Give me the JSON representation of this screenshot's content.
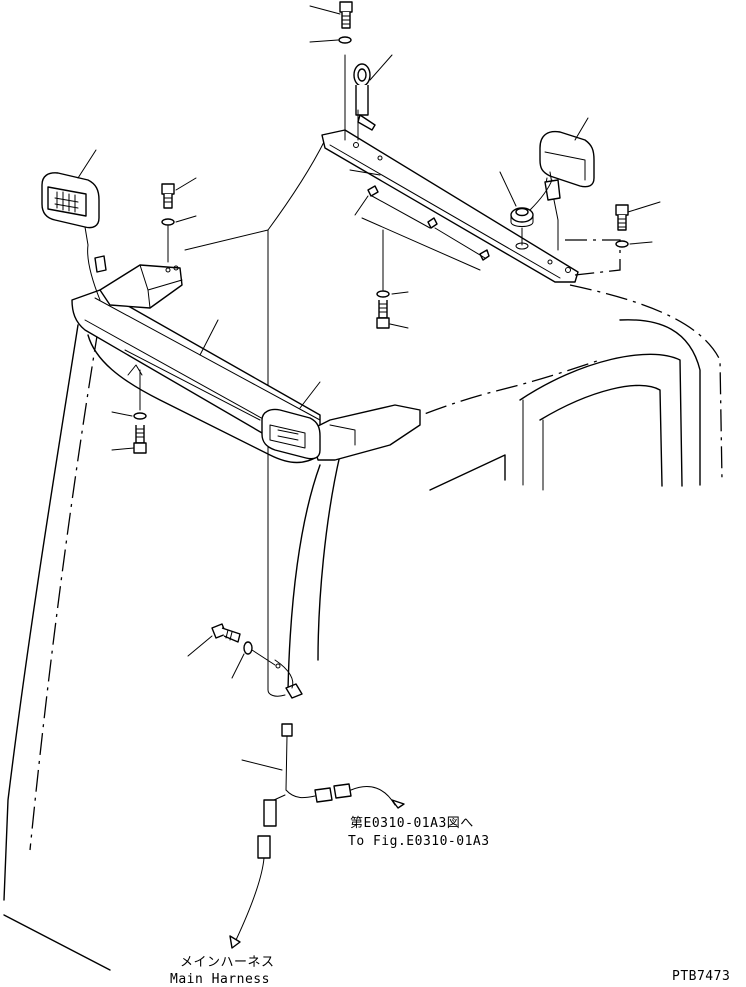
{
  "callouts": {
    "to_fig_jp": "第E0310-01A3図へ",
    "to_fig_en": "To Fig.E0310-01A3",
    "harness_jp": "メインハーネス",
    "harness_en": "Main Harness",
    "drawing_number": "PTB7473"
  }
}
